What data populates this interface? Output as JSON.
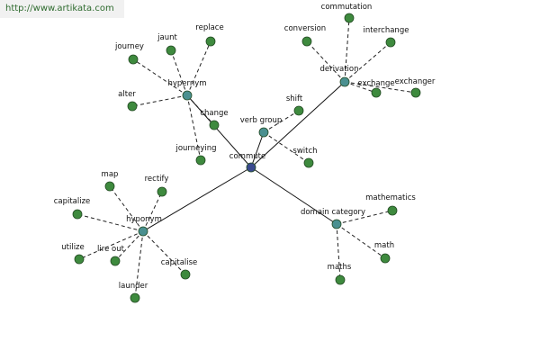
{
  "banner": {
    "url": "http://www.artikata.com"
  },
  "colors": {
    "center": "#3b4a8f",
    "relation": "#4a9090",
    "leaf": "#3e8a3e",
    "outline": "#234b23"
  },
  "graph": {
    "center": {
      "id": "commute",
      "label": "commute"
    },
    "relations": [
      {
        "id": "hypernym",
        "label": "hypernym"
      },
      {
        "id": "derivation",
        "label": "derivation"
      },
      {
        "id": "verb-group",
        "label": "verb group"
      },
      {
        "id": "hyponym",
        "label": "hyponym"
      },
      {
        "id": "domain-category",
        "label": "domain category"
      }
    ],
    "leaves": [
      {
        "id": "journey",
        "label": "journey",
        "parent": "hypernym"
      },
      {
        "id": "jaunt",
        "label": "jaunt",
        "parent": "hypernym"
      },
      {
        "id": "replace",
        "label": "replace",
        "parent": "hypernym"
      },
      {
        "id": "alter",
        "label": "alter",
        "parent": "hypernym"
      },
      {
        "id": "change",
        "label": "change",
        "parent": "hypernym"
      },
      {
        "id": "journeying",
        "label": "journeying",
        "parent": "hypernym"
      },
      {
        "id": "commutation",
        "label": "commutation",
        "parent": "derivation"
      },
      {
        "id": "conversion",
        "label": "conversion",
        "parent": "derivation"
      },
      {
        "id": "interchange",
        "label": "interchange",
        "parent": "derivation"
      },
      {
        "id": "exchange",
        "label": "exchange",
        "parent": "derivation"
      },
      {
        "id": "exchanger",
        "label": "exchanger",
        "parent": "derivation"
      },
      {
        "id": "shift",
        "label": "shift",
        "parent": "verb-group"
      },
      {
        "id": "switch",
        "label": "switch",
        "parent": "verb-group"
      },
      {
        "id": "map",
        "label": "map",
        "parent": "hyponym"
      },
      {
        "id": "rectify",
        "label": "rectify",
        "parent": "hyponym"
      },
      {
        "id": "capitalize",
        "label": "capitalize",
        "parent": "hyponym"
      },
      {
        "id": "utilize",
        "label": "utilize",
        "parent": "hyponym"
      },
      {
        "id": "lire-out",
        "label": "lire out",
        "parent": "hyponym"
      },
      {
        "id": "capitalise",
        "label": "capitalise",
        "parent": "hyponym"
      },
      {
        "id": "launder",
        "label": "launder",
        "parent": "hyponym"
      },
      {
        "id": "mathematics",
        "label": "mathematics",
        "parent": "domain-category"
      },
      {
        "id": "math",
        "label": "math",
        "parent": "domain-category"
      },
      {
        "id": "maths",
        "label": "maths",
        "parent": "domain-category"
      }
    ]
  }
}
